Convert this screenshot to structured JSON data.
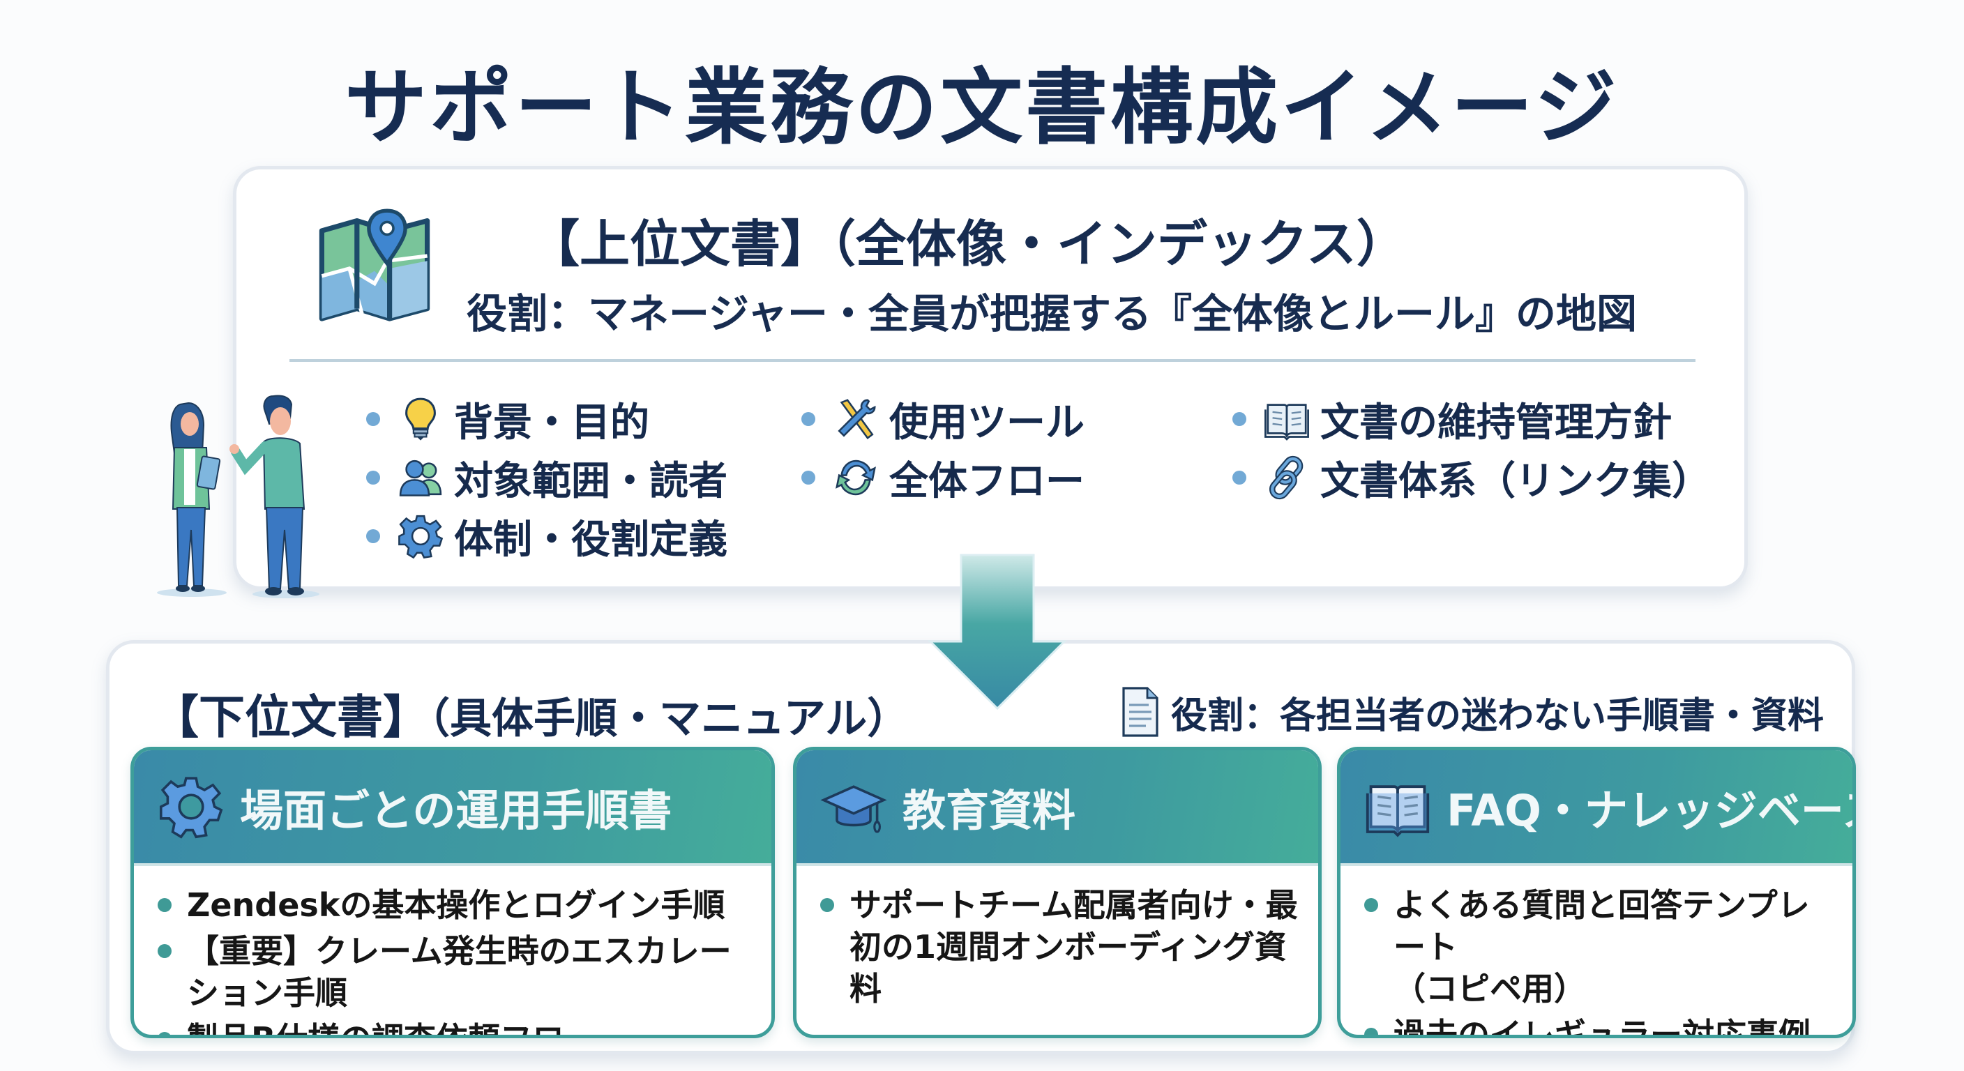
{
  "title": "サポート業務の文書構成イメージ",
  "upper": {
    "heading": "【上位文書】（全体像・インデックス）",
    "role": "役割：マネージャー・全員が把握する『全体像とルール』の地図",
    "icon": "map-pin-icon",
    "topics": [
      {
        "label": "背景・目的",
        "icon": "lightbulb-icon"
      },
      {
        "label": "対象範囲・読者",
        "icon": "users-icon"
      },
      {
        "label": "体制・役割定義",
        "icon": "gear-icon"
      },
      {
        "label": "使用ツール",
        "icon": "tools-icon"
      },
      {
        "label": "全体フロー",
        "icon": "cycle-arrows-icon"
      },
      {
        "label": "文書の維持管理方針",
        "icon": "book-icon"
      },
      {
        "label": "文書体系（リンク集）",
        "icon": "link-icon"
      }
    ]
  },
  "lower": {
    "heading": "【下位文書】",
    "heading_sub": "（具体手順・マニュアル）",
    "role": "役割：各担当者の迷わない手順書・資料",
    "cards": [
      {
        "title": "場面ごとの運用手順書",
        "icon": "gear-icon",
        "items": [
          "Zendeskの基本操作とログイン手順",
          "【重要】クレーム発生時のエスカレーション手順",
          "製品B仕様の調査依頼フロー"
        ]
      },
      {
        "title": "教育資料",
        "icon": "graduation-cap-icon",
        "items": [
          "サポートチーム配属者向け・最\n初の1週間オンボーディング資\n料"
        ]
      },
      {
        "title": "FAQ・ナレッジベース",
        "icon": "open-book-icon",
        "items": [
          "よくある質問と回答テンプレート\n（コピペ用）",
          "過去のイレギュラー対応事例集"
        ]
      }
    ]
  },
  "colors": {
    "title": "#162c52",
    "teal": "#3e9aa0",
    "bullet_blue": "#72a9d5",
    "bullet_teal": "#3f9a96"
  }
}
